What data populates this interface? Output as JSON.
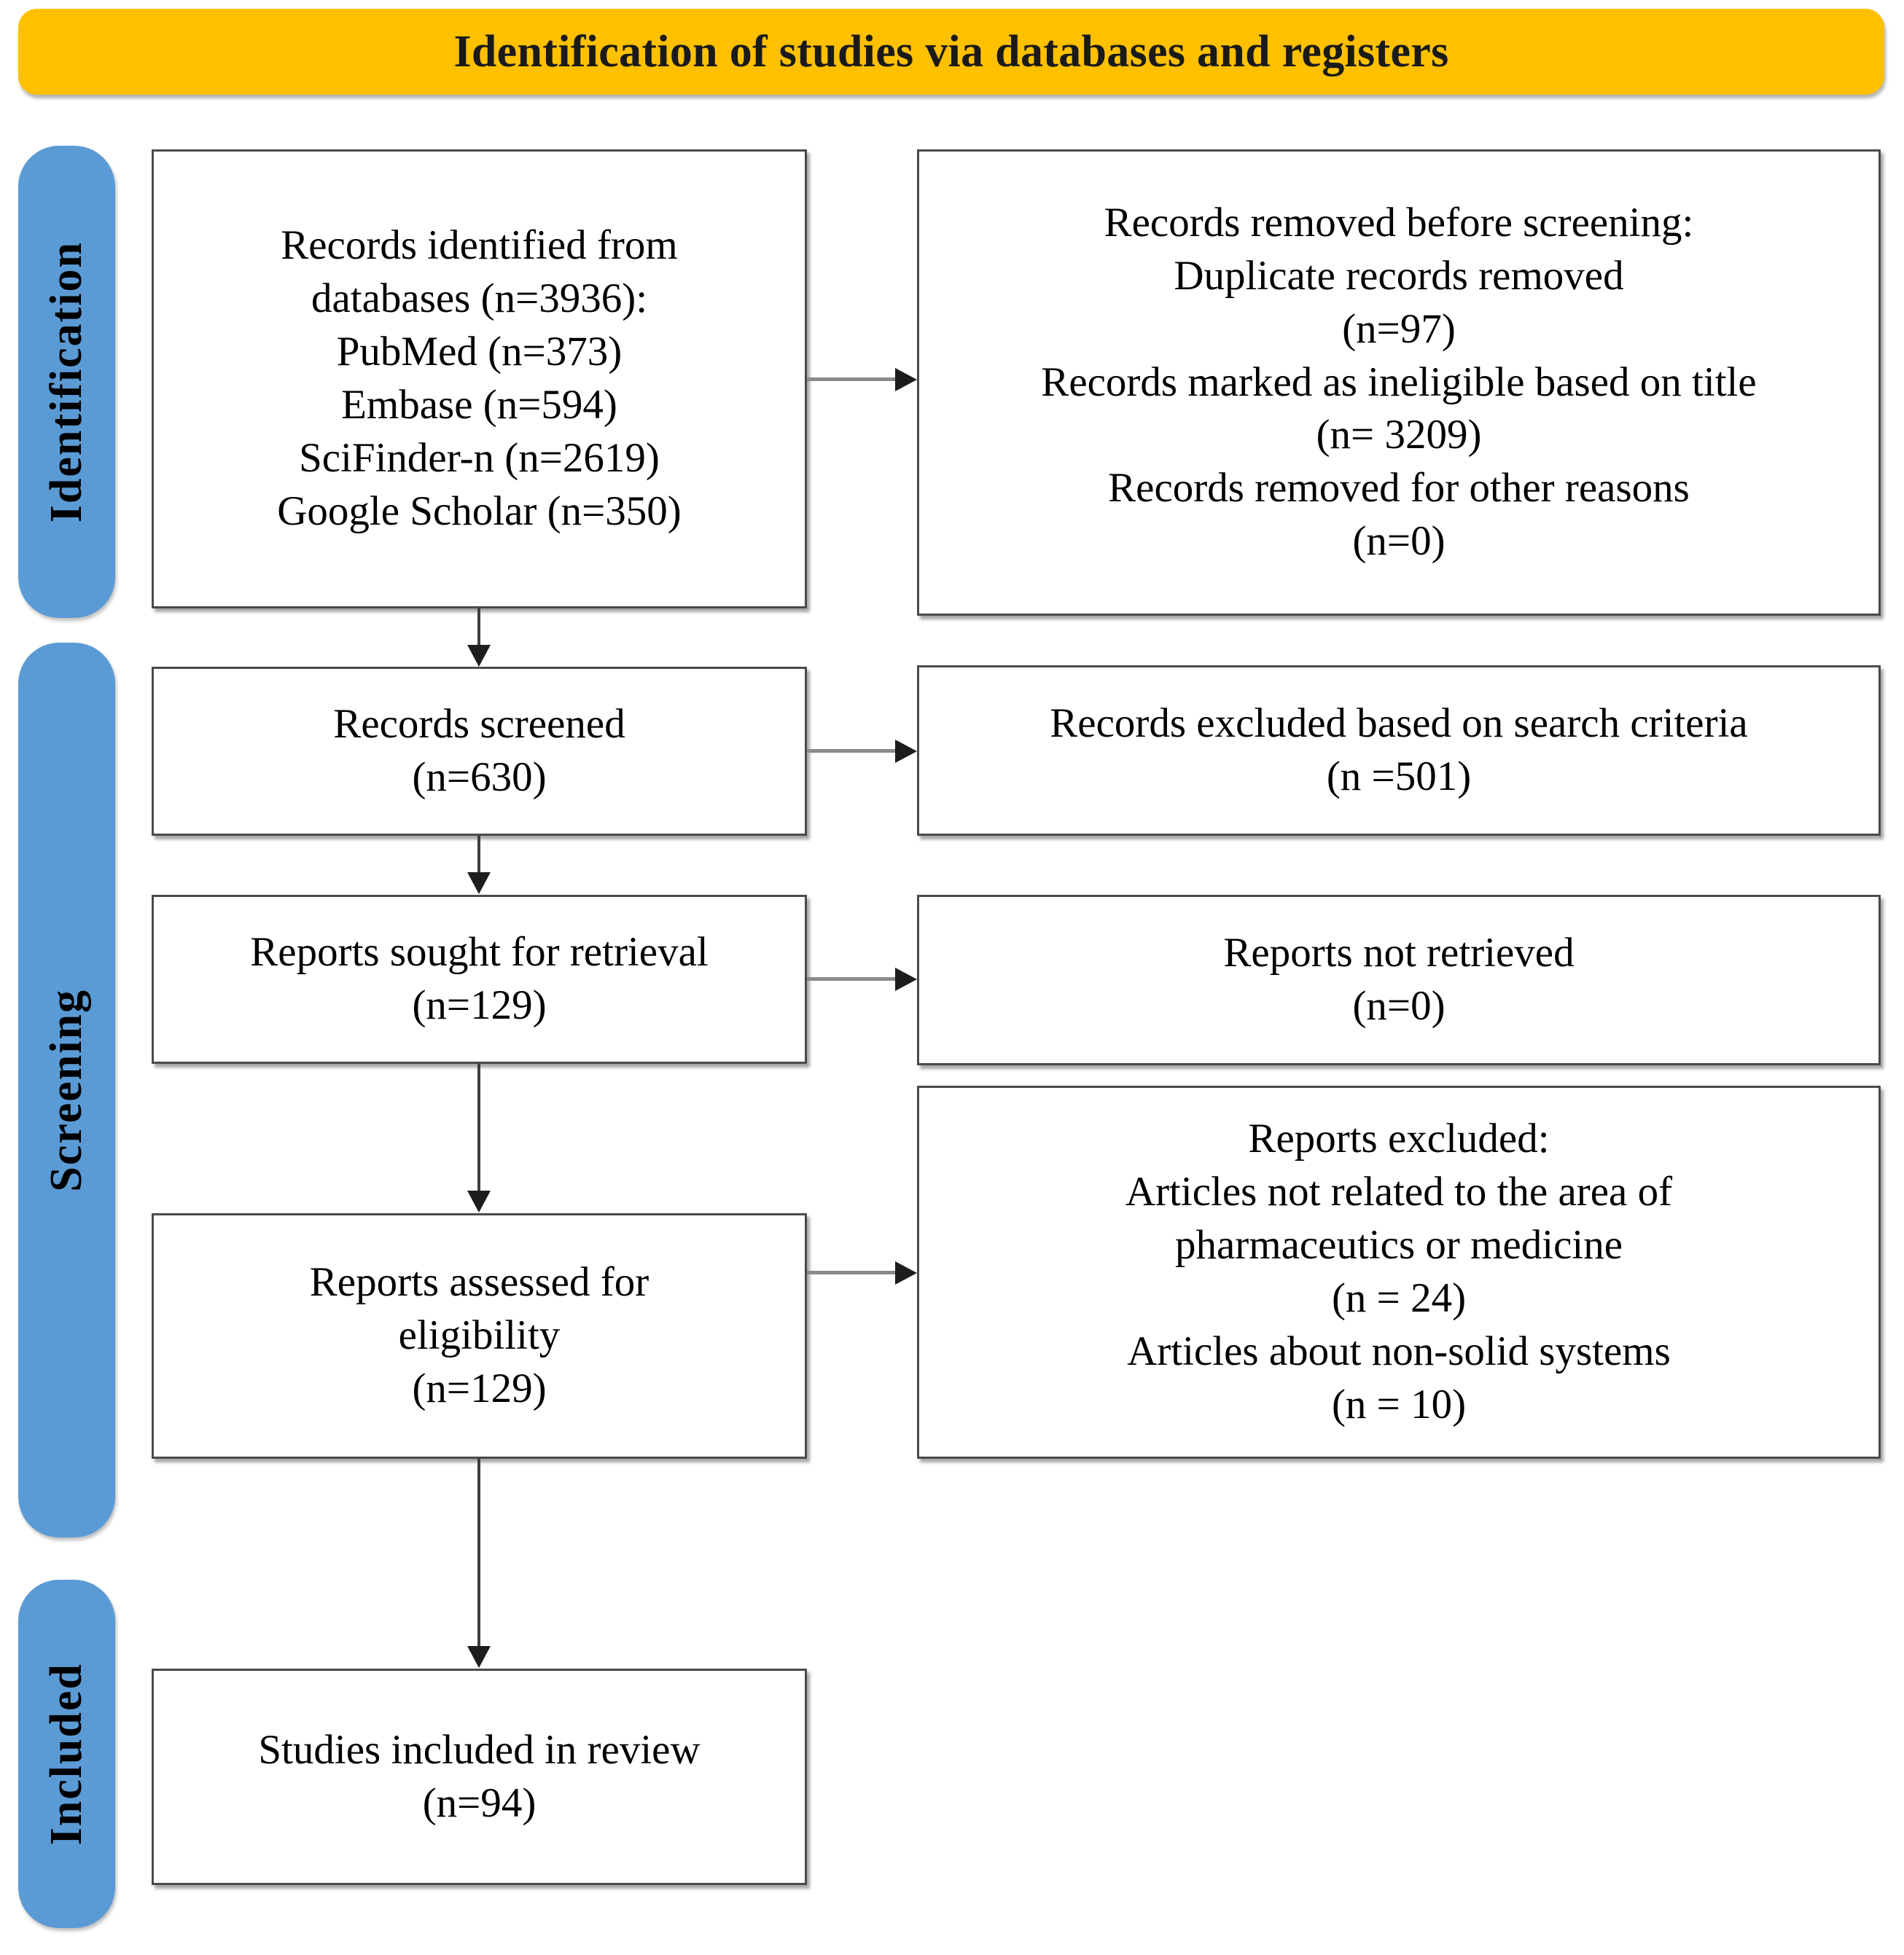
{
  "title": {
    "text": "Identification of studies via databases and registers",
    "background_color": "#FFC000"
  },
  "theme": {
    "stage_color": "#5B9BD5",
    "box_border_color": "#4A4A4A",
    "box_background": "#FFFFFF",
    "text_color": "#000000",
    "connector_color": "#3D3D3D"
  },
  "stages": [
    {
      "id": "identification",
      "label": "Identification"
    },
    {
      "id": "screening",
      "label": "Screening"
    },
    {
      "id": "included",
      "label": "Included"
    }
  ],
  "boxes": {
    "identified": {
      "text": "Records identified from\ndatabases (n=3936):\nPubMed (n=373)\nEmbase (n=594)\nSciFinder-n (n=2619)\nGoogle Scholar (n=350)"
    },
    "removed_before_screening": {
      "text": "Records removed before screening:\nDuplicate records removed\n(n=97)\nRecords marked as ineligible based on title\n(n= 3209)\nRecords removed for other reasons\n(n=0)"
    },
    "screened": {
      "text": "Records screened\n(n=630)"
    },
    "excluded_search_criteria": {
      "text": "Records excluded based on search criteria\n(n =501)"
    },
    "sought_for_retrieval": {
      "text": "Reports sought for retrieval\n(n=129)"
    },
    "not_retrieved": {
      "text": "Reports not retrieved\n(n=0)"
    },
    "assessed_for_eligibility": {
      "text": "Reports assessed for\neligibility\n(n=129)"
    },
    "reports_excluded": {
      "text": "Reports excluded:\nArticles not related to the area of\npharmaceutics or medicine\n(n = 24)\nArticles about non-solid systems\n(n = 10)"
    },
    "included_in_review": {
      "text": "Studies included in review\n(n=94)"
    }
  },
  "flow_data": {
    "type": "prisma-flow-diagram",
    "records_identified_total": 3936,
    "sources": [
      {
        "name": "PubMed",
        "n": 373
      },
      {
        "name": "Embase",
        "n": 594
      },
      {
        "name": "SciFinder-n",
        "n": 2619
      },
      {
        "name": "Google Scholar",
        "n": 350
      }
    ],
    "removed_before_screening": {
      "duplicate_records_removed": 97,
      "marked_ineligible_based_on_title": 3209,
      "removed_other_reasons": 0
    },
    "records_screened": 630,
    "records_excluded_search_criteria": 501,
    "reports_sought_for_retrieval": 129,
    "reports_not_retrieved": 0,
    "reports_assessed_for_eligibility": 129,
    "reports_excluded": {
      "not_related_to_pharmaceutics_or_medicine": 24,
      "about_non_solid_systems": 10
    },
    "studies_included_in_review": 94
  }
}
